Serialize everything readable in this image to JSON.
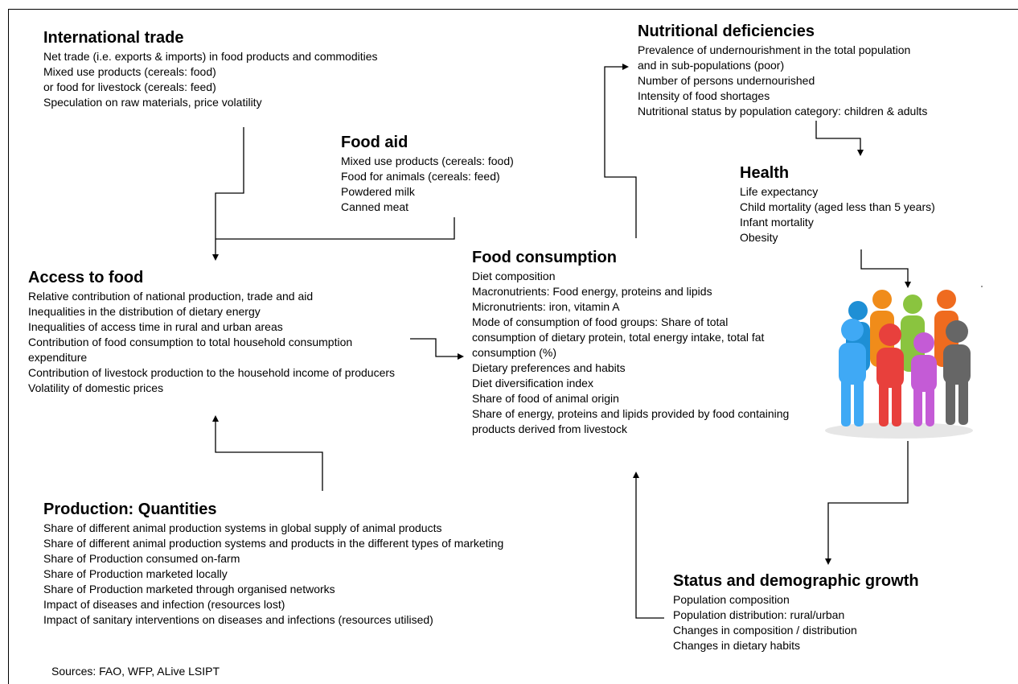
{
  "blocks": {
    "international_trade": {
      "title": "International trade",
      "items": [
        "Net trade (i.e. exports & imports) in food products and commodities",
        "Mixed use products (cereals: food)",
        "or food for livestock (cereals: feed)",
        "Speculation on raw materials, price volatility"
      ]
    },
    "food_aid": {
      "title": "Food aid",
      "items": [
        "Mixed use products (cereals: food)",
        "Food for animals (cereals: feed)",
        "Powdered milk",
        "Canned meat"
      ]
    },
    "access_to_food": {
      "title": "Access to food",
      "items": [
        "Relative contribution of national production, trade and aid",
        "Inequalities in the distribution of dietary energy",
        "Inequalities of access time in rural and urban areas",
        "Contribution of food consumption to total household consumption expenditure",
        "Contribution of livestock production to the household income of producers",
        "Volatility of domestic prices"
      ]
    },
    "food_consumption": {
      "title": "Food consumption",
      "items": [
        "Diet composition",
        "Macronutrients: Food energy, proteins and lipids",
        "Micronutrients: iron, vitamin A",
        "Mode of consumption of food groups: Share of total consumption of dietary protein, total energy intake, total fat consumption (%)",
        "Dietary preferences and habits",
        "Diet diversification index",
        "Share of food of animal origin",
        "Share of energy, proteins and lipids provided by food containing products derived from livestock"
      ]
    },
    "nutritional_deficiencies": {
      "title": "Nutritional deficiencies",
      "items": [
        "Prevalence of undernourishment in the total population",
        "and in sub-populations (poor)",
        "Number of persons undernourished",
        "Intensity of food shortages",
        "Nutritional status by population category: children & adults"
      ]
    },
    "health": {
      "title": "Health",
      "items": [
        "Life expectancy",
        "Child mortality (aged less than 5 years)",
        "Infant mortality",
        "Obesity"
      ]
    },
    "status_growth": {
      "title": "Status and demographic growth",
      "items": [
        "Population composition",
        "Population distribution: rural/urban",
        "Changes in composition / distribution",
        "Changes in dietary habits"
      ]
    },
    "production": {
      "title": "Production: Quantities",
      "items": [
        "Share of different animal production systems in global supply of animal products",
        "Share of different animal production systems and products in the different types of marketing",
        "Share of Production consumed on-farm",
        "Share of Production marketed locally",
        "Share of Production marketed through organised networks",
        "Impact of diseases and infection (resources lost)",
        "Impact of sanitary interventions on diseases and infections (resources utilised)"
      ]
    }
  },
  "sources": "Sources: FAO, WFP, ALive LSIPT",
  "people_icon": "crowd-of-people-icon",
  "people_colors": [
    "#1e8fd5",
    "#f08c1a",
    "#8ac43f",
    "#ef6b1f",
    "#3fa9f5",
    "#e8403c",
    "#c45bd6",
    "#666666"
  ]
}
